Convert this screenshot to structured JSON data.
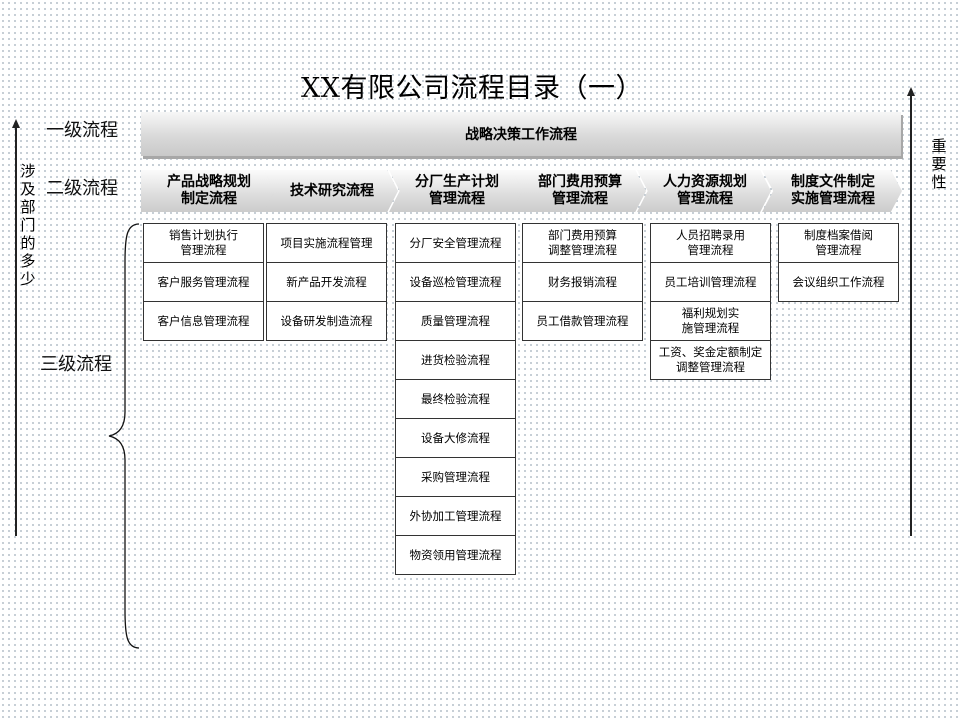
{
  "title": "XX有限公司流程目录（一）",
  "level_labels": {
    "level1": "一级流程",
    "level2": "二级流程",
    "level3": "三级流程"
  },
  "left_axis_text": "涉及部门的多少",
  "right_axis_text": "重要性",
  "level1": "战略决策工作流程",
  "level2": [
    "产品战略规划\n制定流程",
    "技术研究流程",
    "分厂生产计划\n管理流程",
    "部门费用预算\n管理流程",
    "人力资源规划\n管理流程",
    "制度文件制定\n实施管理流程"
  ],
  "level3": [
    [
      "销售计划执行\n管理流程",
      "客户服务管理流程",
      "客户信息管理流程"
    ],
    [
      "项目实施流程管理",
      "新产品开发流程",
      "设备研发制造流程"
    ],
    [
      "分厂安全管理流程",
      "设备巡检管理流程",
      "质量管理流程",
      "进货检验流程",
      "最终检验流程",
      "设备大修流程",
      "采购管理流程",
      "外协加工管理流程",
      "物资领用管理流程"
    ],
    [
      "部门费用预算\n调整管理流程",
      "财务报销流程",
      "员工借款管理流程"
    ],
    [
      "人员招聘录用\n管理流程",
      "员工培训管理流程",
      "福利规划实\n施管理流程",
      "工资、奖金定额制定\n调整管理流程"
    ],
    [
      "制度档案借阅\n管理流程",
      "会议组织工作流程"
    ]
  ]
}
